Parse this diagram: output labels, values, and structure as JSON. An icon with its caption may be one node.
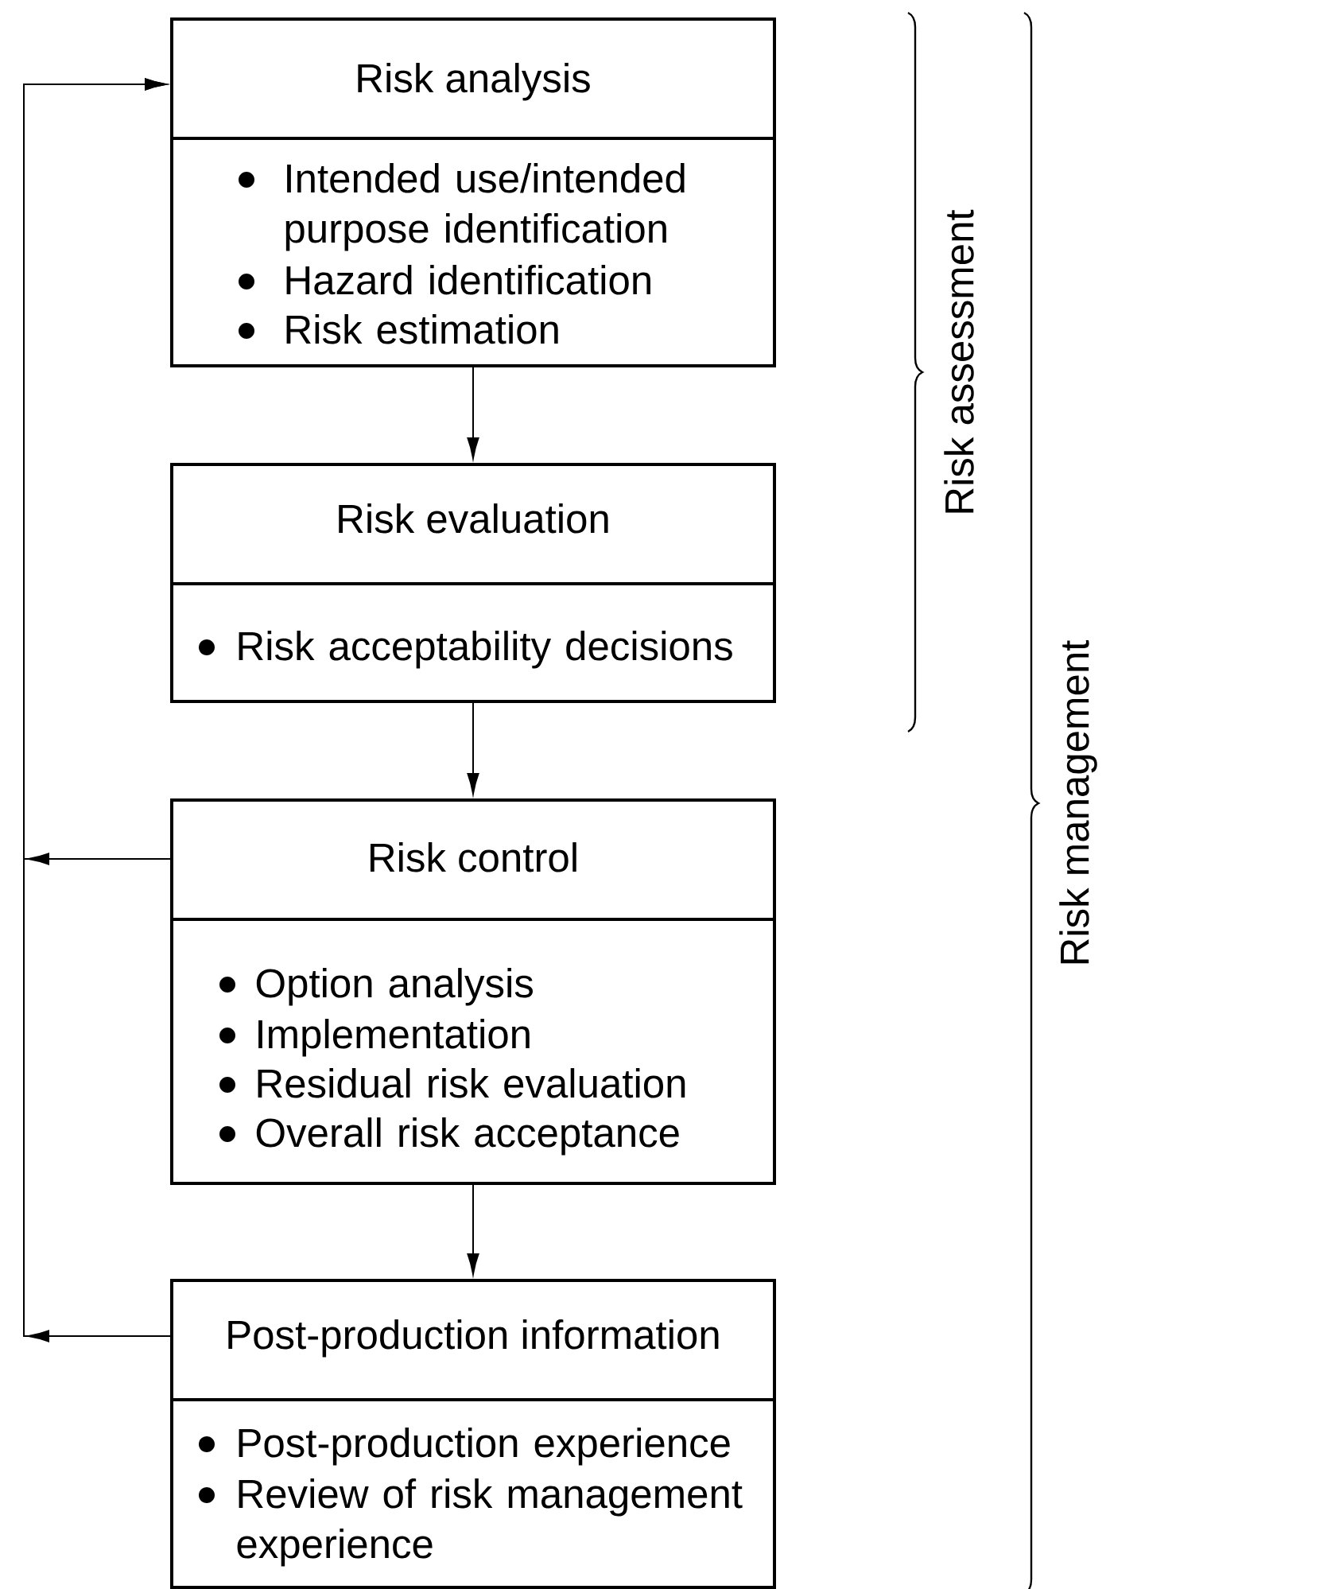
{
  "diagram": {
    "nodes": [
      {
        "text": [
          "Risk analysis",
          "Intended use/intended purpose identification",
          "Hazard identification",
          "Risk estimation"
        ]
      },
      {
        "text": [
          "Risk evaluation",
          "Risk acceptability decisions"
        ]
      },
      {
        "text": [
          "Risk control",
          "Option analysis",
          "Implementation",
          "Residual risk evaluation",
          "Overall risk acceptance"
        ]
      },
      {
        "text": [
          "Post-production information",
          "Post-production experience",
          "Review of risk management experience"
        ]
      }
    ],
    "edges": [
      {
        "from": 0,
        "to": 1,
        "arrow": "to"
      },
      {
        "from": 1,
        "to": 2,
        "arrow": "to"
      },
      {
        "from": 2,
        "to": 3,
        "arrow": "to"
      },
      {
        "from": 2,
        "to": 0,
        "arrow": "to"
      },
      {
        "from": 3,
        "to": 0,
        "arrow": "to"
      }
    ],
    "labels": [
      "Risk assessment",
      "Risk management"
    ]
  }
}
